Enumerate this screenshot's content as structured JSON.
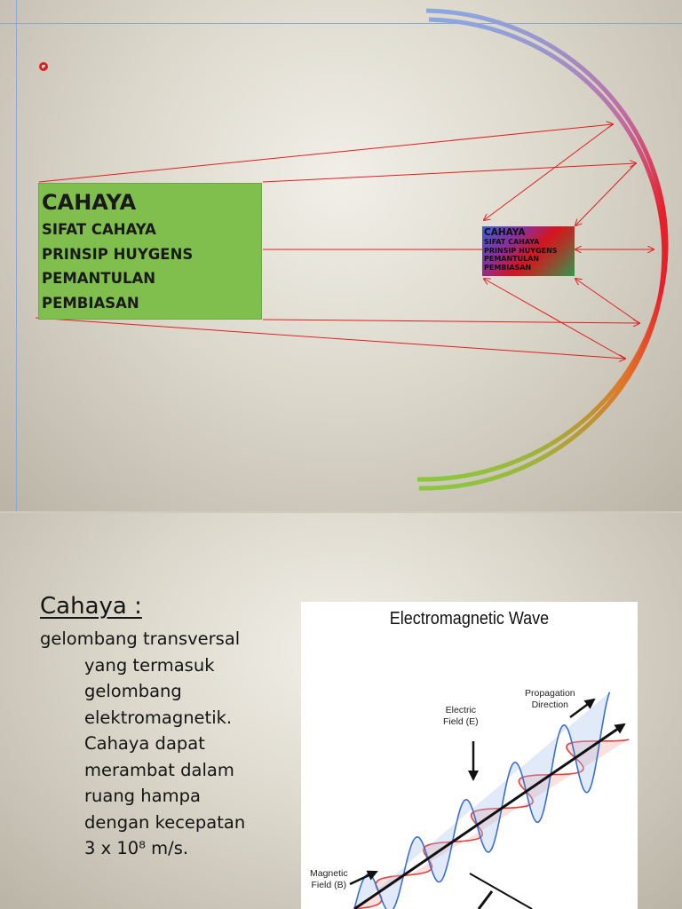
{
  "slide1": {
    "big_box": {
      "title": "CAHAYA",
      "items": [
        "SIFAT CAHAYA",
        "PRINSIP HUYGENS",
        "PEMANTULAN",
        "PEMBIASAN"
      ]
    },
    "small_box": {
      "title": "CAHAYA",
      "items": [
        "SIFAT CAHAYA",
        "PRINSIP HUYGENS",
        "PEMANTULAN",
        "PEMBIASAN"
      ]
    },
    "colors": {
      "ray": "#e01f1f",
      "box_green": "#80bf4d",
      "guide": "#8aa7d6"
    }
  },
  "slide2": {
    "heading": "Cahaya :",
    "body_first": "gelombang transversal",
    "body_rest": [
      "yang termasuk",
      "gelombang",
      "elektromagnetik.",
      "Cahaya dapat",
      "merambat dalam",
      "ruang hampa",
      "dengan kecepatan",
      "3 x 10⁸ m/s."
    ],
    "figure": {
      "title": "Electromagnetic Wave",
      "propagation_label": [
        "Propagation",
        "Direction"
      ],
      "electric_label": [
        "Electric",
        "Field (E)"
      ],
      "magnetic_label": [
        "Magnetic",
        "Field (B)"
      ]
    }
  }
}
